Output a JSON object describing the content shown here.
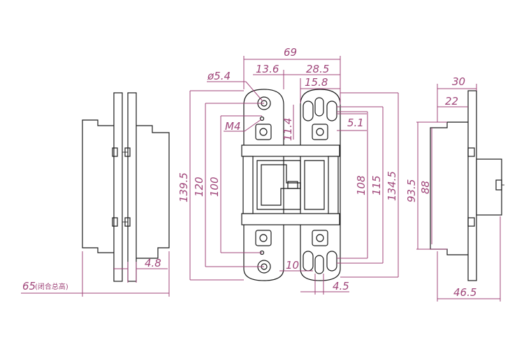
{
  "dimensions": {
    "overall_width": "69",
    "hole_diameter": "ø5.4",
    "hole_offset": "13.6",
    "leaf_offset": "28.5",
    "slot_width": "15.8",
    "thread": "M4",
    "hole_spacing_small": "11.4",
    "slot_offset": "5.1",
    "height_139_5": "139.5",
    "height_120": "120",
    "height_100": "100",
    "height_108": "108",
    "height_115": "115",
    "height_134_5": "134.5",
    "side_width_30": "30",
    "side_width_22": "22",
    "side_height_93_5": "93.5",
    "side_height_88": "88",
    "side_depth_46_5": "46.5",
    "gap_4_8": "4.8",
    "closed_height_value": "65",
    "closed_height_note": "(闭合总高)",
    "slot_10": "10",
    "slot_4_5": "4.5"
  },
  "colors": {
    "dimension": "#a0467a",
    "outline": "#1a1a1a"
  }
}
